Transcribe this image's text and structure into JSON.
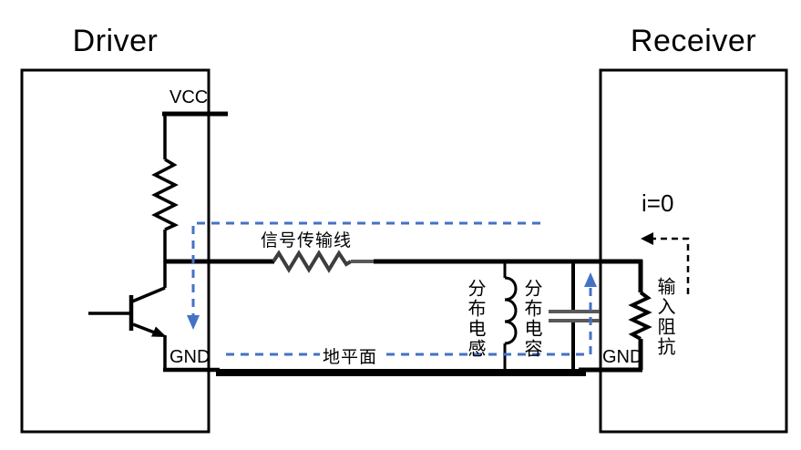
{
  "colors": {
    "ink": "#000000",
    "accent-blue": "#4472c4",
    "resistor-gray": "#3d3d3d",
    "capacitor-gray": "#595959"
  },
  "driver": {
    "title": "Driver",
    "vcc_label": "VCC",
    "gnd_label": "GND"
  },
  "receiver": {
    "title": "Receiver",
    "gnd_label": "GND",
    "input_impedance_label": "输入阻抗",
    "zero_current_label": "i=0"
  },
  "line": {
    "signal_line_label": "信号传输线",
    "ground_plane_label": "地平面",
    "distributed_inductance_label": "分布电感",
    "distributed_capacitance_label": "分布电容"
  }
}
